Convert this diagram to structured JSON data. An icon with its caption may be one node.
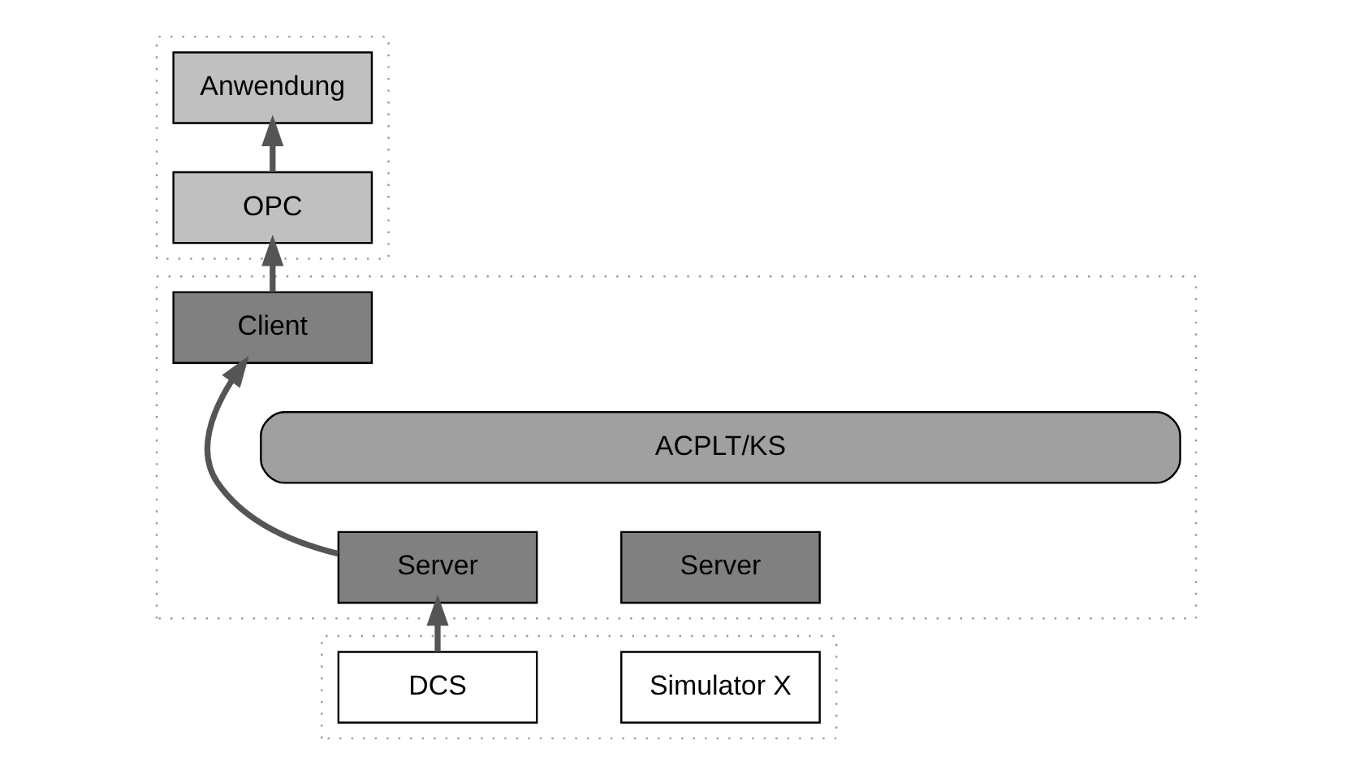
{
  "diagram": {
    "nodes": [
      {
        "text": [],
        "shape": "box"
      },
      {
        "text": [
          "Anwendung"
        ],
        "in": 0
      },
      {
        "text": [
          "OPC"
        ],
        "in": 0
      },
      {
        "text": [],
        "shape": "box"
      },
      {
        "text": [
          "Client"
        ],
        "in": 3
      },
      {
        "text": [
          "ACPLT/KS"
        ],
        "in": 3
      },
      {
        "text": [
          "Server"
        ],
        "in": 3
      },
      {
        "text": [
          "Server"
        ],
        "in": 3
      },
      {
        "text": [],
        "shape": "box"
      },
      {
        "text": [
          "DCS"
        ],
        "in": 8
      },
      {
        "text": [
          "Simulator X"
        ],
        "in": 8
      }
    ],
    "edges": [
      {
        "from": 9,
        "to": 6,
        "arrow": "to"
      },
      {
        "from": 6,
        "to": 4,
        "arrow": "to"
      },
      {
        "from": 4,
        "to": 2,
        "arrow": "to"
      },
      {
        "from": 2,
        "to": 1,
        "arrow": "to"
      }
    ]
  }
}
